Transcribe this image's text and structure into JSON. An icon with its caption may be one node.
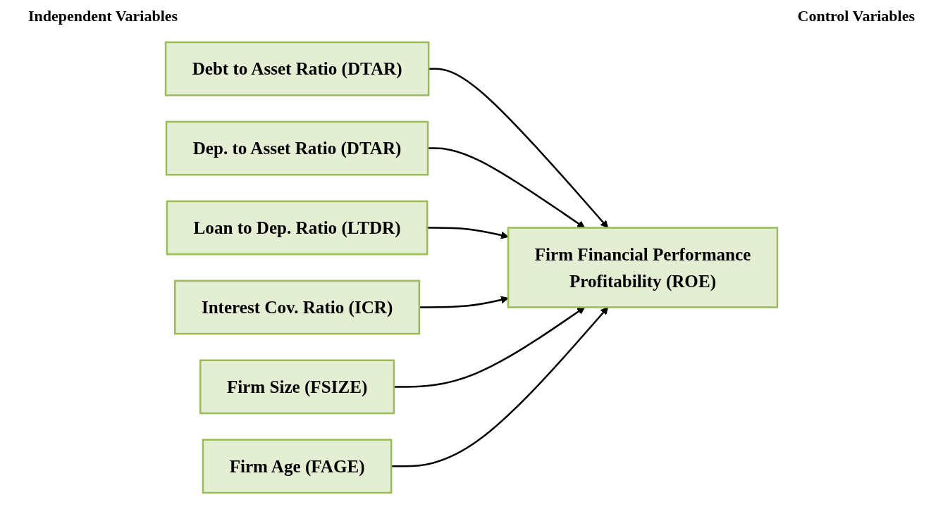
{
  "diagram": {
    "nodes": [
      {
        "text": [
          "Debt to Asset Ratio (DTAR)"
        ]
      },
      {
        "text": [
          "Dep. to Asset Ratio (DTAR)"
        ]
      },
      {
        "text": [
          "Loan to Dep. Ratio (LTDR)"
        ]
      },
      {
        "text": [
          "Interest Cov. Ratio (ICR)"
        ]
      },
      {
        "text": [
          "Firm Financial Performance",
          "Profitability (ROE)"
        ]
      },
      {
        "text": [
          "Firm Size (FSIZE)"
        ]
      },
      {
        "text": [
          "Firm Age (FAGE)"
        ]
      }
    ],
    "edges": [
      {
        "from": 0,
        "to": 4,
        "arrow": "to"
      },
      {
        "from": 1,
        "to": 4,
        "arrow": "to"
      },
      {
        "from": 2,
        "to": 4,
        "arrow": "to"
      },
      {
        "from": 3,
        "to": 4,
        "arrow": "to"
      },
      {
        "from": 5,
        "to": 4,
        "arrow": "to"
      },
      {
        "from": 6,
        "to": 4,
        "arrow": "to"
      }
    ],
    "labels": [
      "Independent Variables",
      "Control Variables"
    ]
  }
}
